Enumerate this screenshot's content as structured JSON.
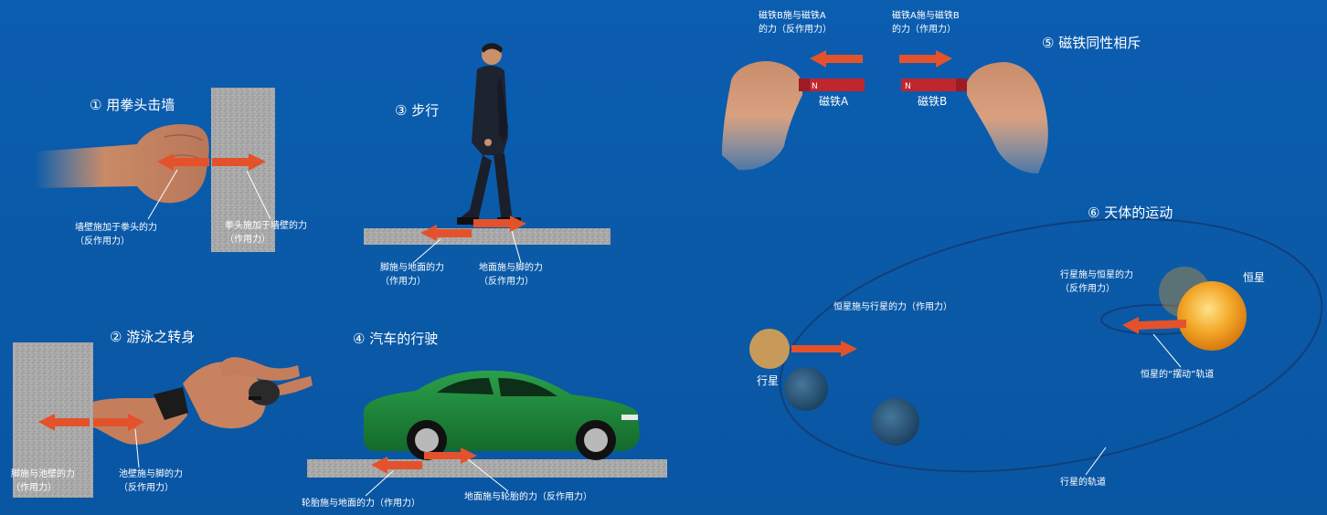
{
  "colors": {
    "background": "#0a5aa8",
    "arrow": "#e4522b",
    "wall": "#b4b4b4",
    "ground": "#9d9d9d",
    "car": "#1f8a3c",
    "magnet": "#c0262e",
    "star": "#f2a11e",
    "orbit": "#123f7a"
  },
  "panels": {
    "punch": {
      "title": "① 用拳头击墙",
      "left_label": [
        "墙壁施加于拳头的力",
        "（反作用力）"
      ],
      "right_label": [
        "拳头施加于墙壁的力",
        "（作用力）"
      ]
    },
    "swim": {
      "title": "② 游泳之转身",
      "left_label": [
        "脚施与池壁的力",
        "（作用力）"
      ],
      "right_label": [
        "池壁施与脚的力",
        "（反作用力）"
      ]
    },
    "walk": {
      "title": "③ 步行",
      "left_label": [
        "脚施与地面的力",
        "（作用力）"
      ],
      "right_label": [
        "地面施与脚的力",
        "（反作用力）"
      ]
    },
    "car": {
      "title": "④ 汽车的行驶",
      "left_label": "轮胎施与地面的力（作用力）",
      "right_label": "地面施与轮胎的力（反作用力）"
    },
    "magnet": {
      "title": "⑤ 磁铁同性相斥",
      "left_label": [
        "磁铁B施与磁铁A",
        "的力（反作用力）"
      ],
      "right_label": [
        "磁铁A施与磁铁B",
        "的力（作用力）"
      ],
      "magnet_a": "磁铁A",
      "magnet_b": "磁铁B",
      "pole": "N"
    },
    "celestial": {
      "title": "⑥ 天体的运动",
      "star_force": [
        "行星施与恒星的力",
        "（反作用力）"
      ],
      "planet_force": "恒星施与行星的力（作用力）",
      "planet": "行星",
      "star": "恒星",
      "wobble": "恒星的“摆动”轨道",
      "orbit": "行星的轨道"
    }
  }
}
